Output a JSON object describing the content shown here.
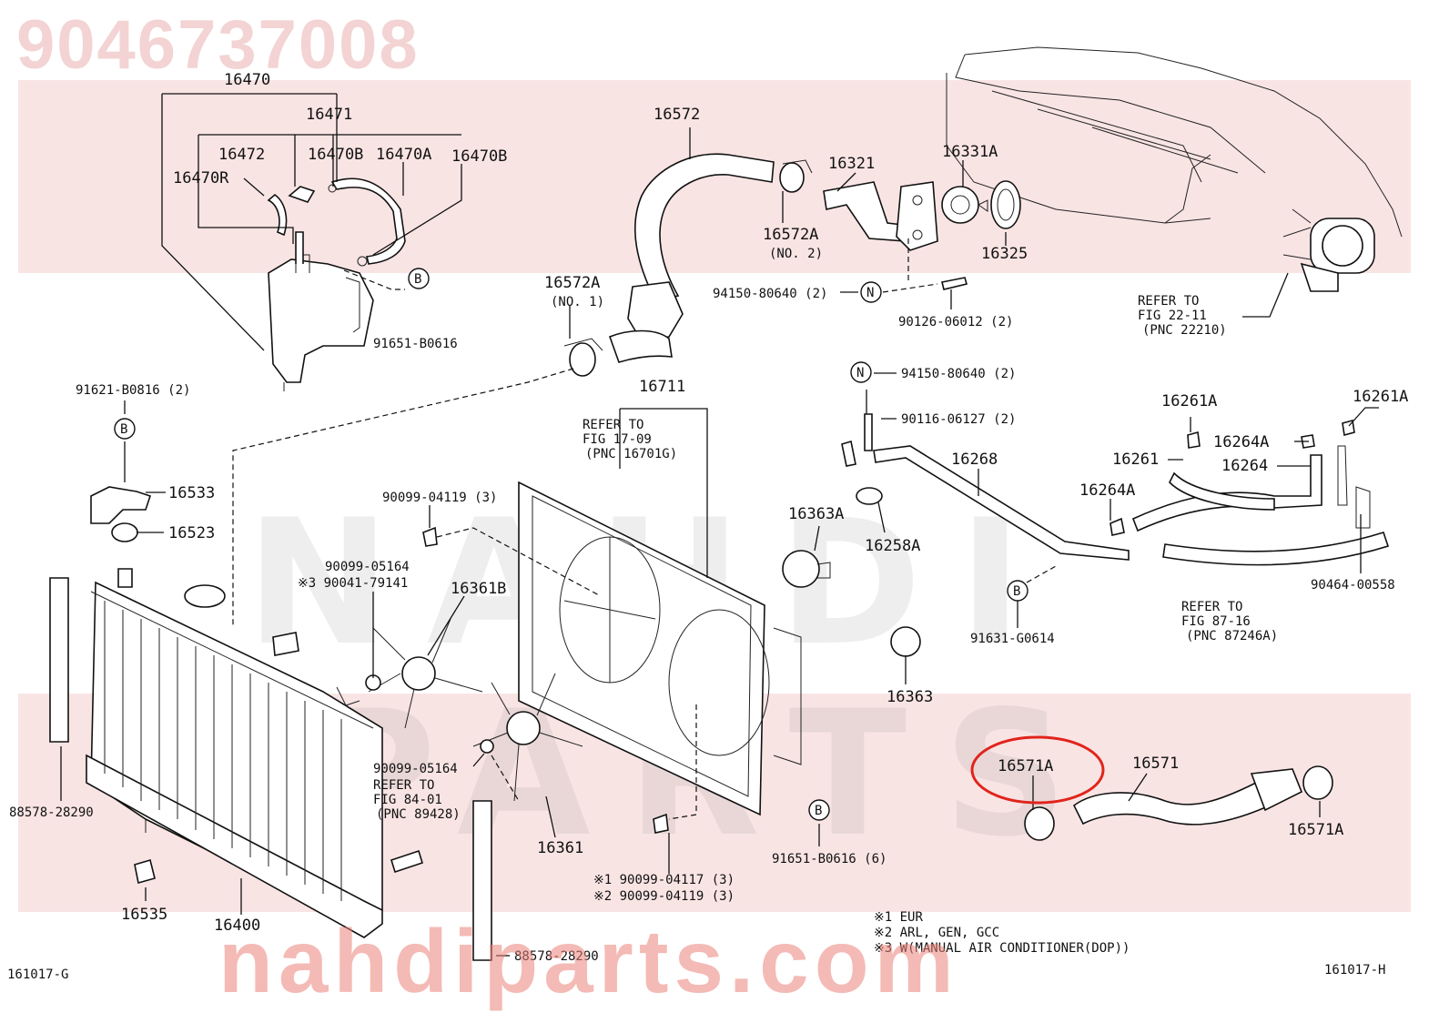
{
  "part_number": "9046737008",
  "site": "nahdiparts.com",
  "watermark": {
    "line1": "NAHDI",
    "line2": "PARTS"
  },
  "figure_codes": {
    "left": "161017-G",
    "right": "161017-H"
  },
  "highlight_color": "#e0241b",
  "labels": {
    "p16470": "16470",
    "p16471": "16471",
    "p16472": "16472",
    "p16470B_1": "16470B",
    "p16470A": "16470A",
    "p16470B_2": "16470B",
    "p16470R": "16470R",
    "p91651_B0616": "91651-B0616",
    "p16572": "16572",
    "p16572A_2": "16572A",
    "p16572A_2_sub": "(NO. 2)",
    "p16321": "16321",
    "p16331A": "16331A",
    "p16325": "16325",
    "p94150_80640_a": "94150-80640 (2)",
    "p90126_06012": "90126-06012 (2)",
    "p16572A_1": "16572A",
    "p16572A_1_sub": "(NO. 1)",
    "refer_22_11_a": "REFER TO",
    "refer_22_11_b": "FIG 22-11",
    "refer_22_11_c": "(PNC 22210)",
    "p91621_B0816": "91621-B0816 (2)",
    "p16533": "16533",
    "p16523": "16523",
    "p16711": "16711",
    "refer_17_09_a": "REFER TO",
    "refer_17_09_b": "FIG 17-09",
    "refer_17_09_c": "(PNC 16701G)",
    "p94150_80640_b": "94150-80640 (2)",
    "p90116_06127": "90116-06127 (2)",
    "p16261A_1": "16261A",
    "p16261A_2": "16261A",
    "p16264A_1": "16264A",
    "p16261": "16261",
    "p16264": "16264",
    "p16268": "16268",
    "p16264A_2": "16264A",
    "p90099_04119_a": "90099-04119 (3)",
    "p16363A": "16363A",
    "p16258A": "16258A",
    "p90099_05164_a": "90099-05164",
    "p90041_79141": "※3 90041-79141",
    "p16361B": "16361B",
    "refer_87_16_a": "REFER TO",
    "refer_87_16_b": "FIG 87-16",
    "refer_87_16_c": "(PNC 87246A)",
    "p90464_00558": "90464-00558",
    "p91631_G0614": "91631-G0614",
    "p16363": "16363",
    "p90099_05164_b": "90099-05164",
    "refer_84_01_a": "REFER TO",
    "refer_84_01_b": "FIG 84-01",
    "refer_84_01_c": "(PNC 89428)",
    "p16571A_1": "16571A",
    "p16571": "16571",
    "p16571A_2": "16571A",
    "p88578_28290_a": "88578-28290",
    "p16361": "16361",
    "p91651_B0616_6": "91651-B0616 (6)",
    "p90099_04117": "※1 90099-04117 (3)",
    "p90099_04119_b": "※2 90099-04119 (3)",
    "p16535": "16535",
    "p16400": "16400",
    "p88578_28290_b": "88578-28290",
    "circle_B": "B",
    "circle_N": "N"
  },
  "notes": [
    "※1  EUR",
    "※2  ARL, GEN, GCC",
    "※3  W(MANUAL AIR CONDITIONER(DOP))"
  ]
}
